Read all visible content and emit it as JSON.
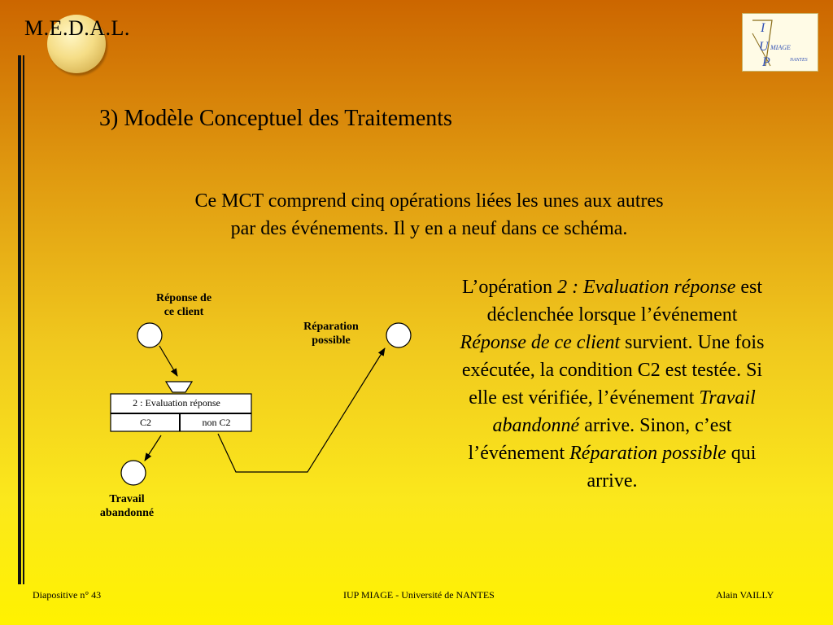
{
  "header": {
    "medal_title": "M.E.D.A.L.",
    "logo": {
      "letters": [
        "I",
        "U",
        "P"
      ],
      "words": [
        "MIAGE",
        "NANTES"
      ]
    }
  },
  "slide": {
    "heading": "3) Modèle Conceptuel des Traitements",
    "intro_line1": "Ce MCT comprend cinq opérations liées les unes aux autres",
    "intro_line2": "par des événements. Il y en a neuf dans ce schéma."
  },
  "explanation": {
    "p1": "L’opération ",
    "i1": "2 : Evaluation réponse",
    "p2": " est déclenchée lorsque l’événement ",
    "i2": "Réponse de ce client",
    "p3": " survient. Une fois exécutée, la condition C2 est testée. Si elle est vérifiée, l’événement ",
    "i3": "Travail abandonné",
    "p4": " arrive. Sinon, c’est l’événement ",
    "i4": "Réparation possible",
    "p5": " qui arrive."
  },
  "diagram": {
    "event_in_line1": "Réponse de",
    "event_in_line2": "ce client",
    "event_out_right_line1": "Réparation",
    "event_out_right_line2": "possible",
    "event_out_left_line1": "Travail",
    "event_out_left_line2": "abandonné",
    "operation_name": "2 : Evaluation réponse",
    "condition_true": "C2",
    "condition_false": "non C2"
  },
  "footer": {
    "slide_number": "Diapositive n° 43",
    "center": "IUP MIAGE - Université de NANTES",
    "author": "Alain VAILLY"
  },
  "colors": {
    "gradient_top": "#cc6600",
    "gradient_bottom": "#fff200"
  }
}
